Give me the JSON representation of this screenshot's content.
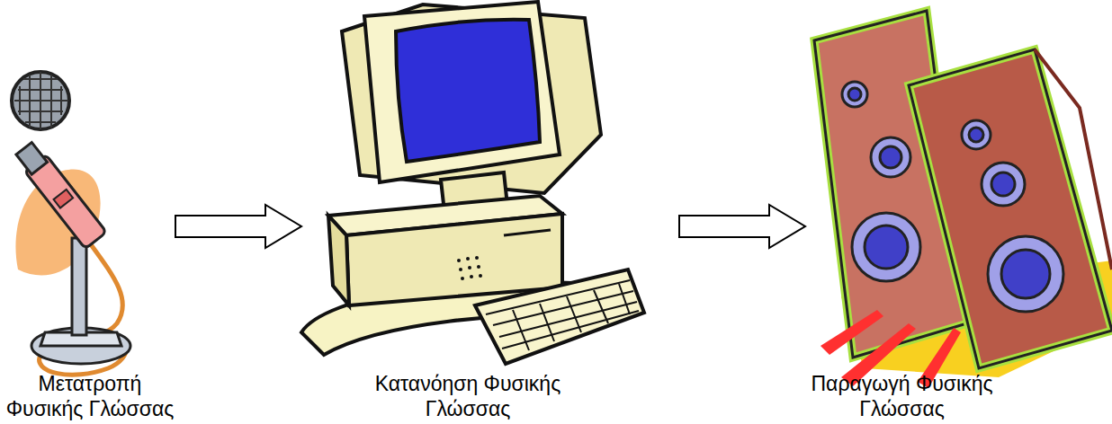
{
  "diagram": {
    "nodes": [
      {
        "text": [
          "Μετατροπή Φυσικής Γλώσσας"
        ]
      },
      {
        "text": [
          "Κατανόηση Φυσικής Γλώσσας"
        ]
      },
      {
        "text": [
          "Παραγωγή Φυσικής Γλώσσας"
        ]
      }
    ],
    "edges": [
      {
        "from": 0,
        "to": 1,
        "arrow": "to"
      },
      {
        "from": 1,
        "to": 2,
        "arrow": "to"
      }
    ]
  }
}
